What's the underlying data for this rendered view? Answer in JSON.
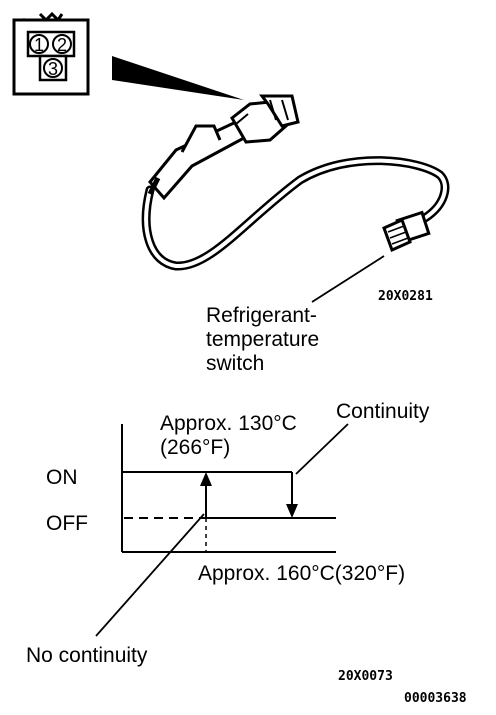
{
  "connector": {
    "pins": [
      "1",
      "2",
      "3"
    ]
  },
  "switch_label": {
    "line1": "Refrigerant-",
    "line2": "temperature",
    "line3": "switch"
  },
  "figure_codes": {
    "top": "20X0281",
    "bottom": "20X0073",
    "page": "00003638"
  },
  "graph": {
    "state_on": "ON",
    "state_off": "OFF",
    "temp_high_line1": "Approx. 130°C",
    "temp_high_line2": "(266°F)",
    "temp_low": "Approx. 160°C(320°F)",
    "continuity": "Continuity",
    "no_continuity": "No continuity"
  }
}
